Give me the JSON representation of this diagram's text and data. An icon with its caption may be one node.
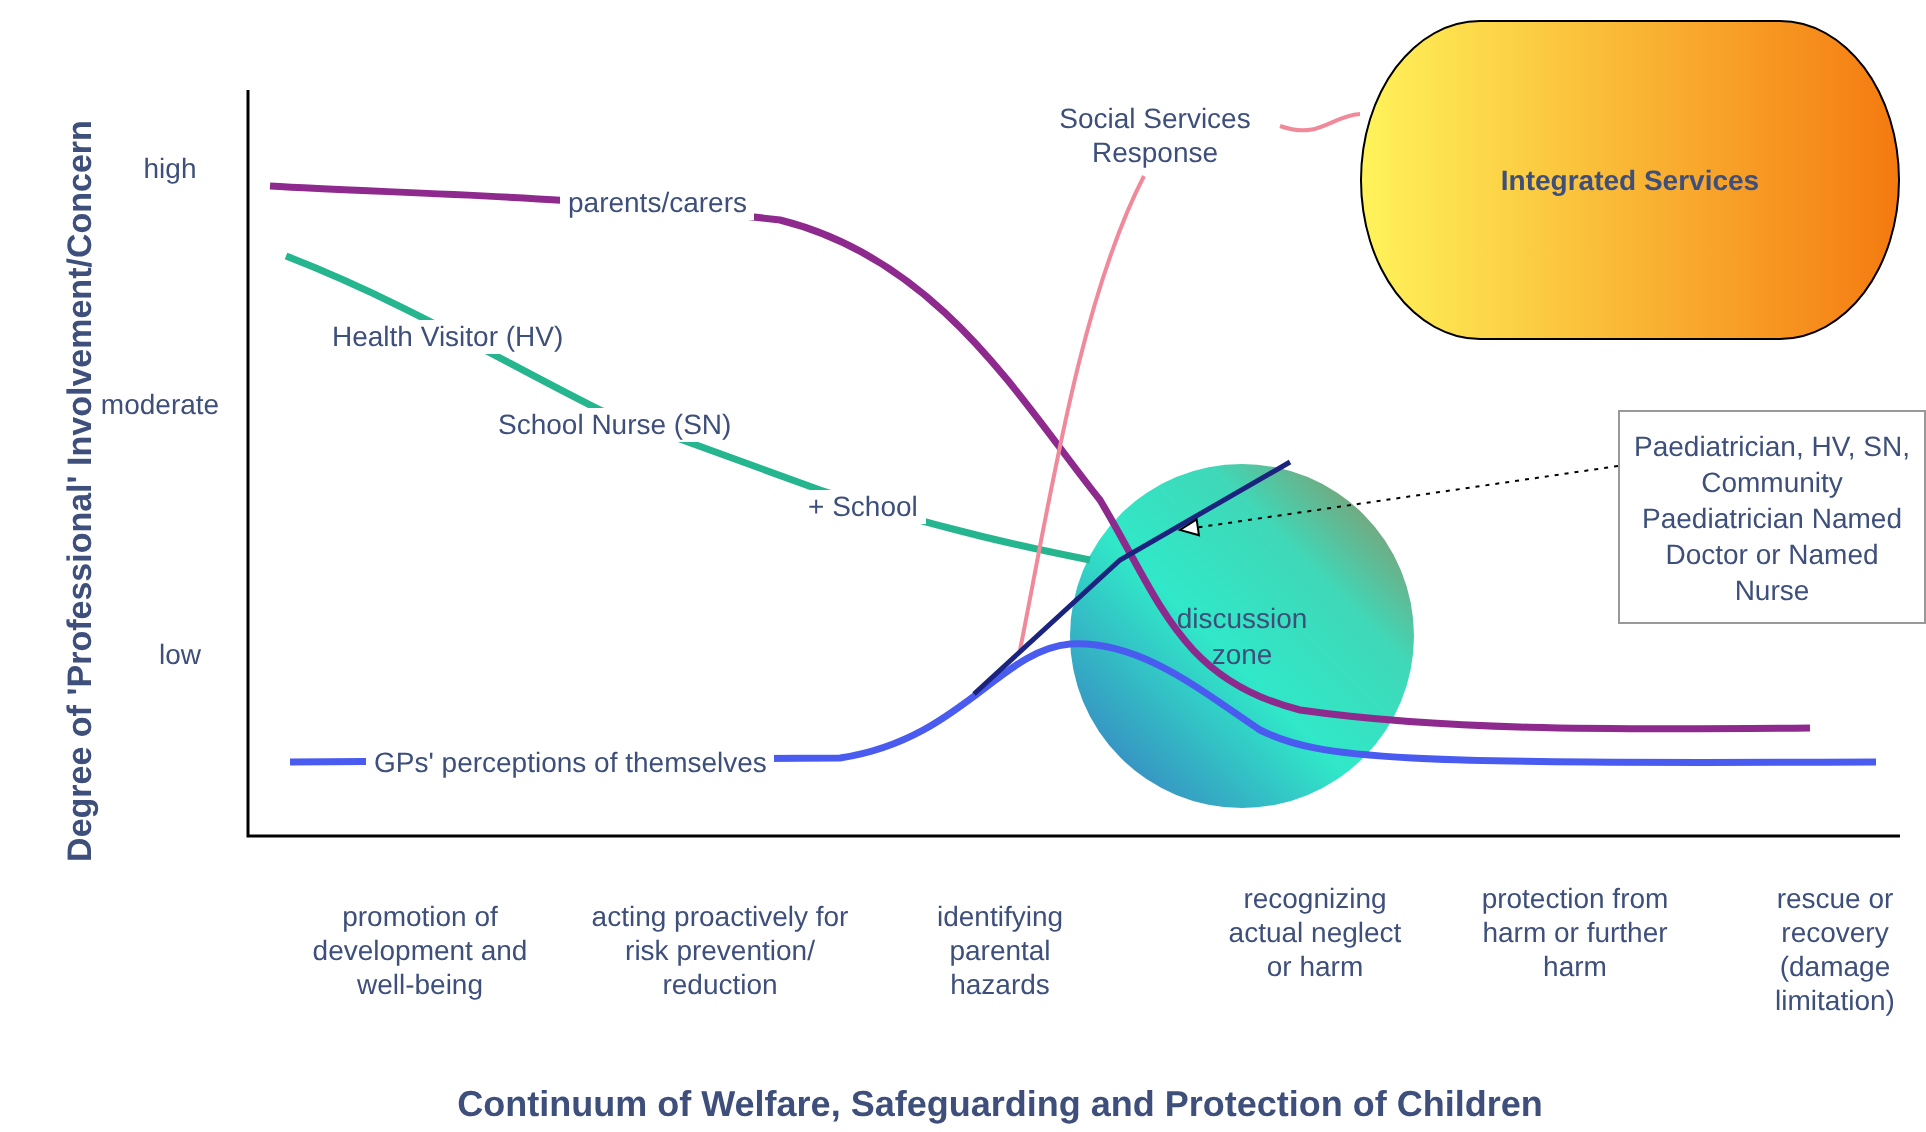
{
  "diagram": {
    "nodes": [
      {
        "text": [
          "Social Services Response"
        ]
      },
      {
        "text": [
          "Integrated Services"
        ]
      },
      {
        "text": [
          "discussion zone"
        ]
      },
      {
        "text": [
          "Paediatrician, HV, SN, Community Paediatrician Named Doctor or Named Nurse"
        ]
      }
    ],
    "edges": [
      {
        "from": 0,
        "to": 1,
        "arrow": "none",
        "color": "#f08a9a"
      },
      {
        "from": 3,
        "to": 2,
        "arrow": "to",
        "style": "dashed",
        "color": "#000000"
      }
    ],
    "labels": [
      "Degree of 'Professional' Involvement/Concern",
      "high",
      "moderate",
      "low",
      "parents/carers",
      "Health Visitor (HV)",
      "School Nurse (SN)",
      "+ School",
      "GPs' perceptions of themselves",
      "promotion of development and well-being",
      "acting proactively for risk prevention/ reduction",
      "identifying parental hazards",
      "recognizing actual neglect or harm",
      "protection from harm or further harm",
      "rescue or recovery (damage limitation)",
      "Continuum of Welfare, Safeguarding and Protection of Children"
    ]
  }
}
